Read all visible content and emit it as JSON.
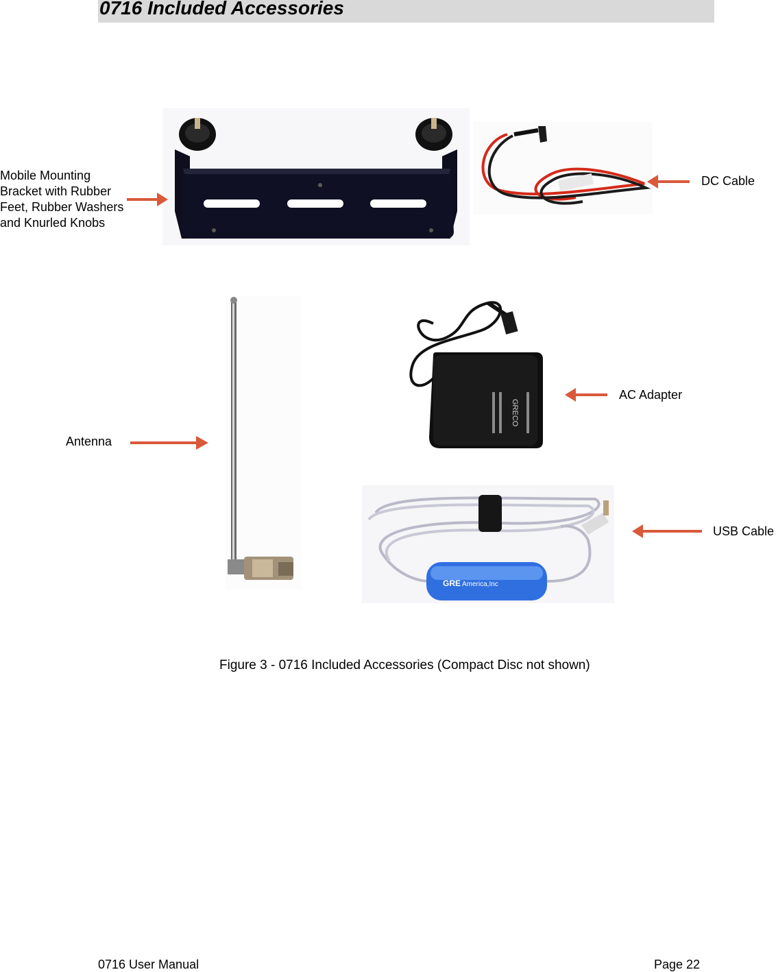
{
  "section": {
    "title": "0716 Included Accessories"
  },
  "labels": {
    "bracket": [
      "Mobile Mounting",
      "Bracket with Rubber",
      "Feet, Rubber Washers",
      "and Knurled Knobs"
    ],
    "dc_cable": "DC Cable",
    "ac_adapter": "AC Adapter",
    "antenna": "Antenna",
    "usb_cable": "USB Cable"
  },
  "usb_logo": {
    "mark": "GRE",
    "text": "America,Inc"
  },
  "adapter_brand": "GRECO",
  "caption": "Figure 3 - 0716 Included Accessories (Compact Disc not shown)",
  "footer": {
    "left": "0716 User Manual",
    "right": "Page 22"
  },
  "colors": {
    "arrow": "#d9593b",
    "heading_bar": "#d9d9d9"
  }
}
